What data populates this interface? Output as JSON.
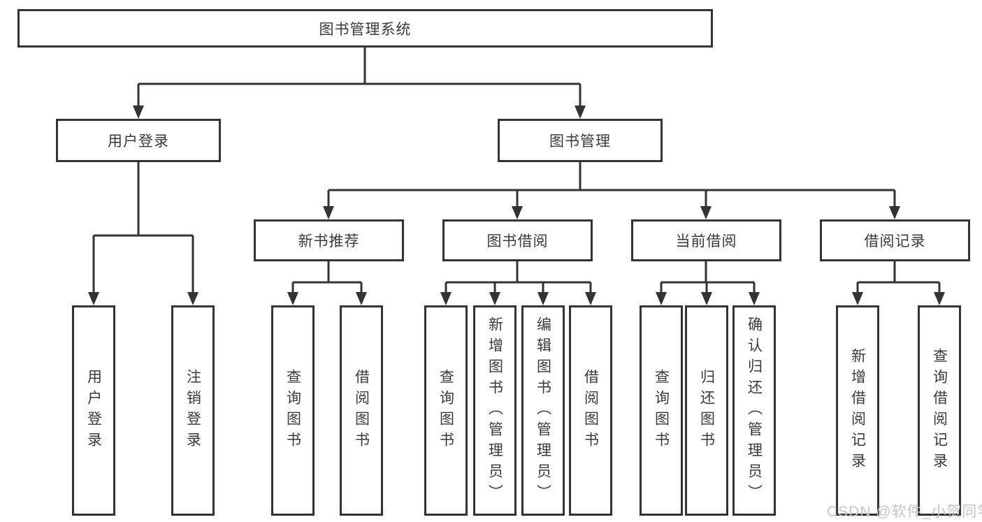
{
  "title": "图书管理系统",
  "watermark": "CSDN @软件_小贺同学",
  "colors": {
    "line": "#333333",
    "text": "#3a3a3a",
    "watermark": "#c6c6c6",
    "background": "#ffffff"
  },
  "branches": {
    "user_login": {
      "label": "用户登录",
      "children": [
        "用户登录",
        "注销登录"
      ]
    },
    "book_mgmt": {
      "label": "图书管理"
    },
    "new_books": {
      "label": "新书推荐",
      "children": [
        "查询图书",
        "借阅图书"
      ]
    },
    "borrowing": {
      "label": "图书借阅",
      "children": [
        "查询图书",
        "新增图书（管理员）",
        "编辑图书（管理员）",
        "借阅图书"
      ]
    },
    "current": {
      "label": "当前借阅",
      "children": [
        "查询图书",
        "归还图书",
        "确认归还（管理员）"
      ]
    },
    "records": {
      "label": "借阅记录",
      "children": [
        "新增借阅记录",
        "查询借阅记录"
      ]
    }
  }
}
